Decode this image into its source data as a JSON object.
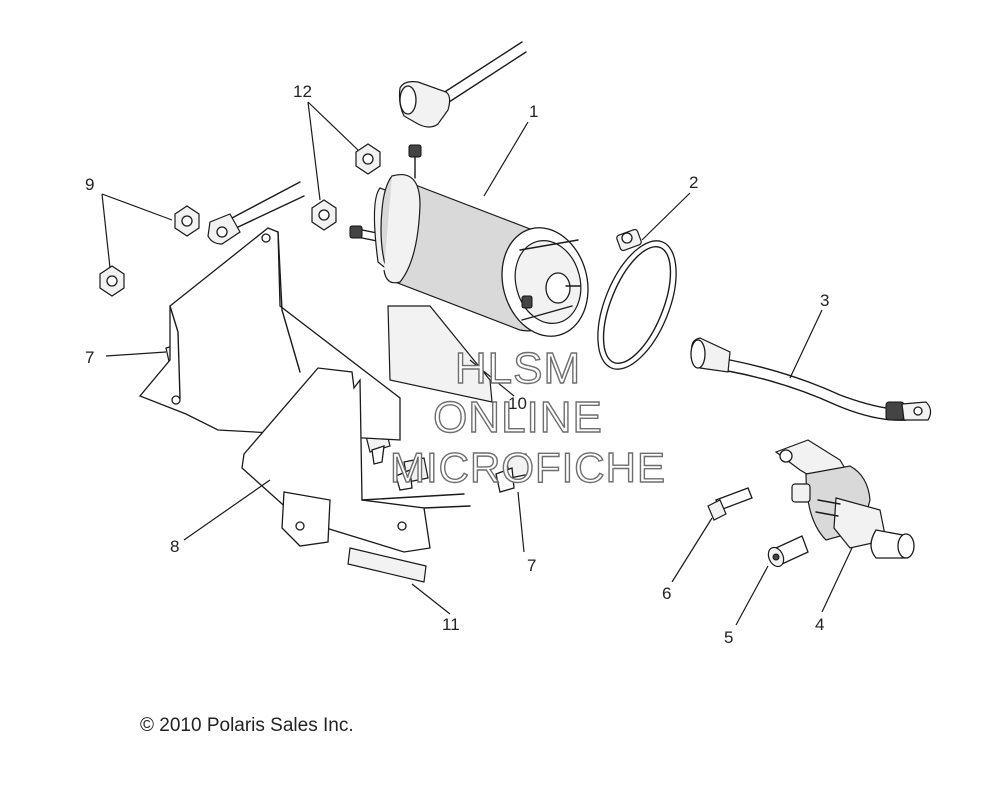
{
  "callouts": {
    "c1": "1",
    "c2": "2",
    "c3": "3",
    "c4": "4",
    "c5": "5",
    "c6": "6",
    "c7a": "7",
    "c7b": "7",
    "c8": "8",
    "c9": "9",
    "c10": "10",
    "c11": "11",
    "c12": "12"
  },
  "watermark": {
    "line1": "HLSM",
    "line2": "ONLINE",
    "line3": "MICROFICHE"
  },
  "copyright": "© 2010 Polaris Sales Inc."
}
